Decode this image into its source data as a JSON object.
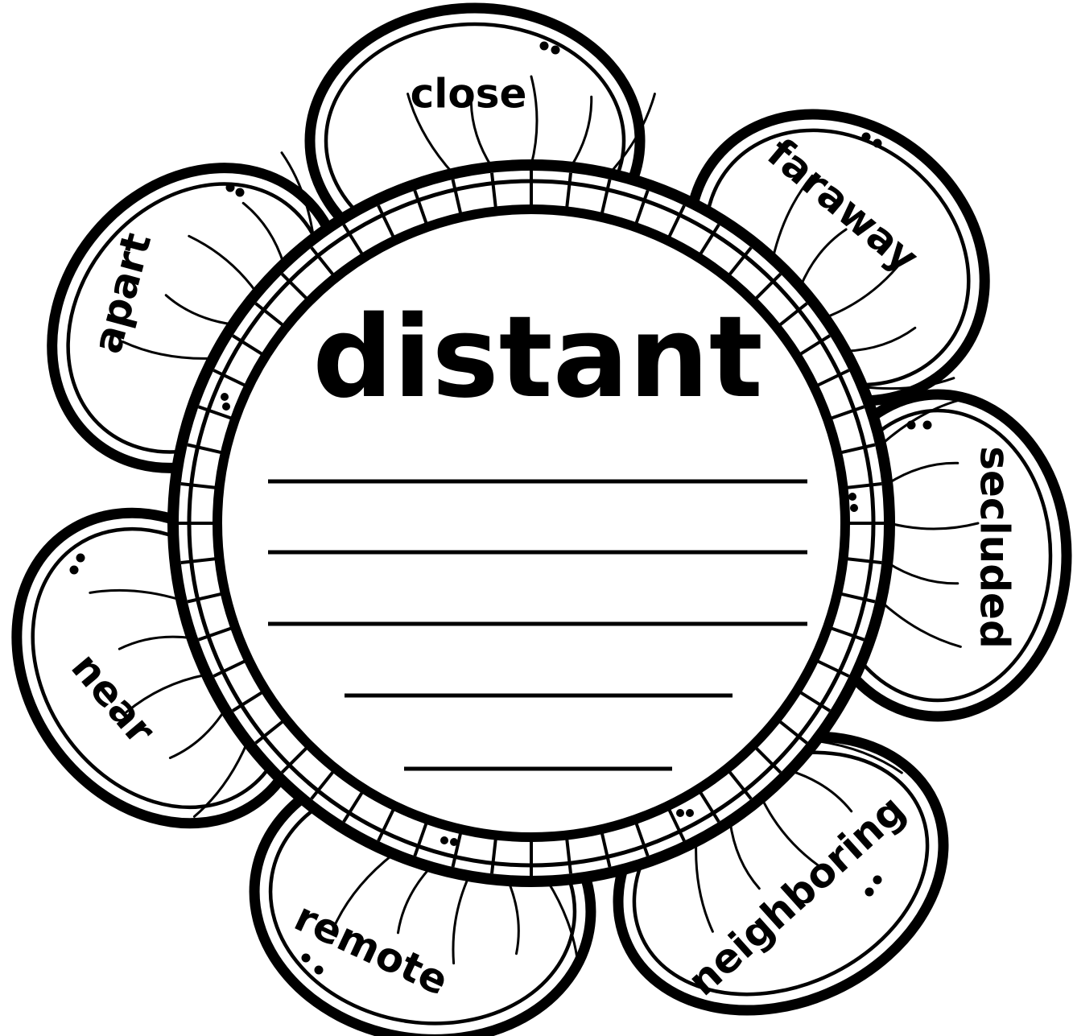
{
  "center_word": "distant",
  "petals": [
    {
      "id": "close",
      "word": "close"
    },
    {
      "id": "faraway",
      "word": "faraway"
    },
    {
      "id": "secluded",
      "word": "secluded"
    },
    {
      "id": "neighboring",
      "word": "neighboring"
    },
    {
      "id": "remote",
      "word": "remote"
    },
    {
      "id": "near",
      "word": "near"
    },
    {
      "id": "apart",
      "word": "apart"
    }
  ],
  "writing_line_count": 5
}
